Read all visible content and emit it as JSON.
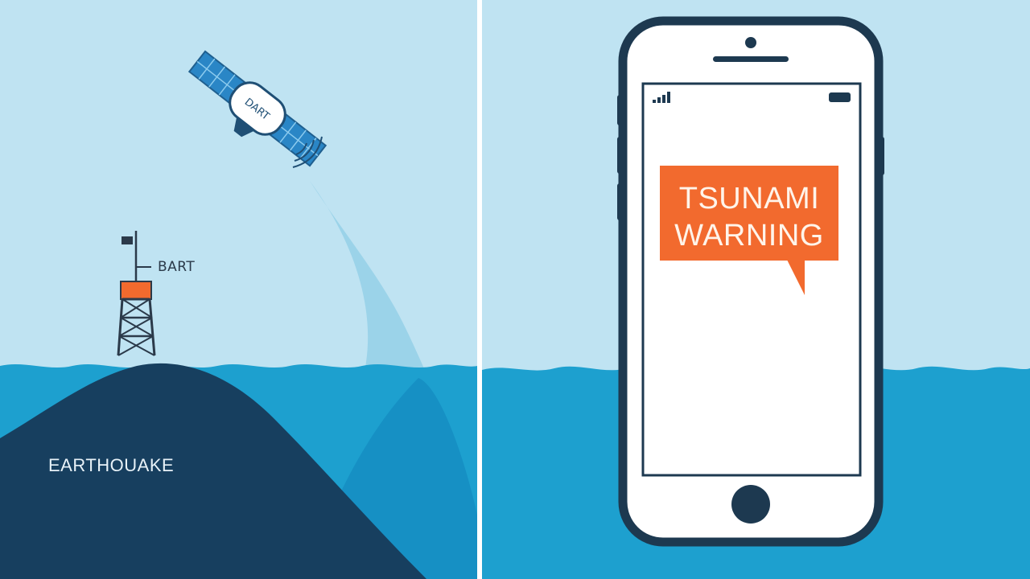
{
  "left_panel": {
    "buoy_label": "BART",
    "earthquake_label": "EARTHOUAKE",
    "satellite_label": "DART"
  },
  "right_panel": {
    "alert": {
      "line1": "TSUNAMI",
      "line2": "WARNING"
    }
  },
  "colors": {
    "sky": "#bfe3f2",
    "ocean": "#1da0cf",
    "ocean_deep": "#0f8cc0",
    "seafloor": "#173f5f",
    "alert": "#f26a2e",
    "phone_frame": "#1d3950"
  },
  "icons": [
    "satellite-icon",
    "buoy-icon",
    "phone-icon",
    "signal-bars-icon",
    "battery-icon",
    "home-button-icon",
    "speaker-icon",
    "camera-icon"
  ]
}
